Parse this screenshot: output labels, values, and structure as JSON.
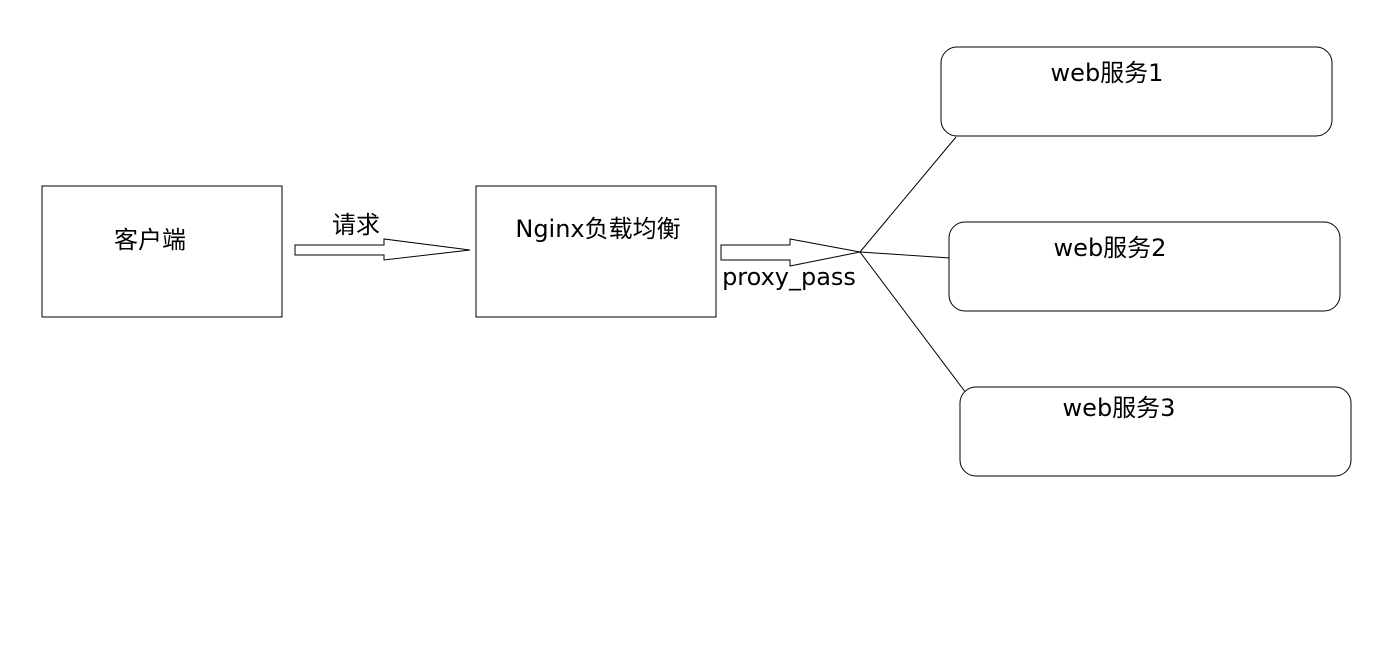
{
  "diagram": {
    "client": {
      "label": "客户端"
    },
    "request_label": "请求",
    "nginx": {
      "label": "Nginx负载均衡"
    },
    "proxy_label": "proxy_pass",
    "servers": [
      {
        "label": "web服务1"
      },
      {
        "label": "web服务2"
      },
      {
        "label": "web服务3"
      }
    ]
  },
  "colors": {
    "stroke": "#000000",
    "background": "#ffffff"
  }
}
